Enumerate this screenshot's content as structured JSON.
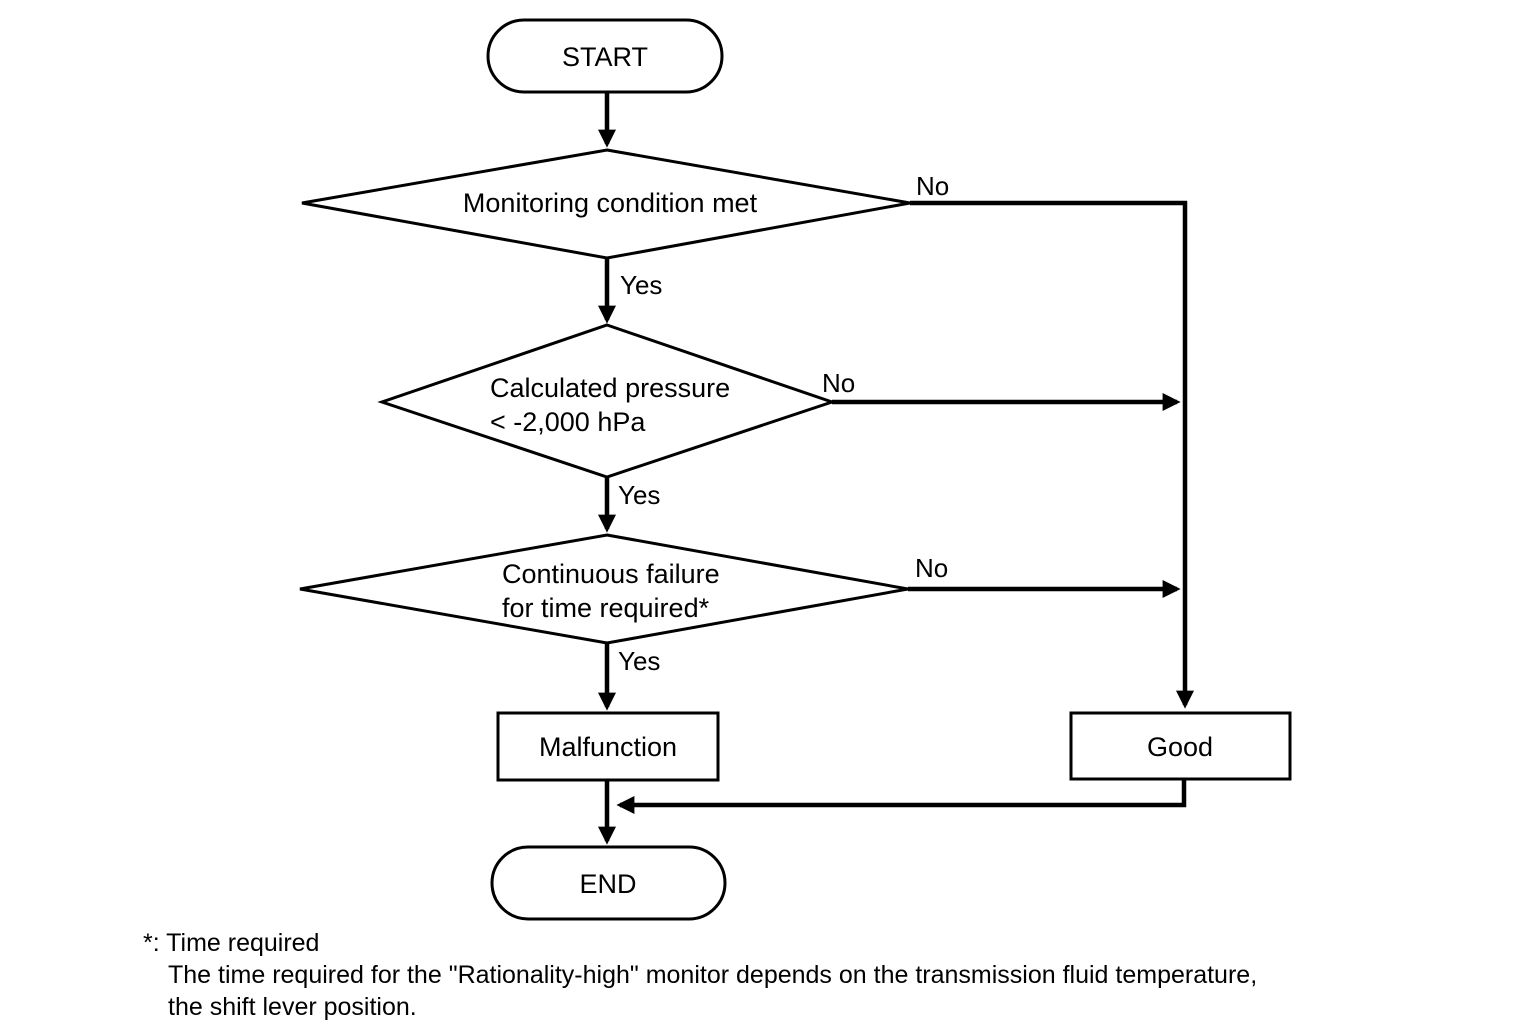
{
  "diagram": {
    "type": "flowchart",
    "nodes": {
      "start": {
        "label": "START",
        "shape": "terminator"
      },
      "decision1": {
        "label": "Monitoring condition met",
        "shape": "decision"
      },
      "decision2": {
        "line1": "Calculated pressure",
        "line2": "< -2,000 hPa",
        "shape": "decision"
      },
      "decision3": {
        "line1": "Continuous failure",
        "line2": "for time required*",
        "shape": "decision"
      },
      "malfunction": {
        "label": "Malfunction",
        "shape": "process"
      },
      "good": {
        "label": "Good",
        "shape": "process"
      },
      "end": {
        "label": "END",
        "shape": "terminator"
      }
    },
    "edge_labels": {
      "no1": "No",
      "no2": "No",
      "no3": "No",
      "yes1": "Yes",
      "yes2": "Yes",
      "yes3": "Yes"
    },
    "flow": [
      "START -> Monitoring condition met",
      "Monitoring condition met -No-> Good",
      "Monitoring condition met -Yes-> Calculated pressure < -2,000 hPa",
      "Calculated pressure < -2,000 hPa -No-> Good",
      "Calculated pressure < -2,000 hPa -Yes-> Continuous failure for time required*",
      "Continuous failure for time required* -No-> Good",
      "Continuous failure for time required* -Yes-> Malfunction",
      "Malfunction -> END",
      "Good -> END"
    ]
  },
  "footnote": {
    "line1": "*: Time required",
    "line2": "The time required for the \"Rationality-high\" monitor depends on the transmission fluid temperature,",
    "line3": "the shift lever position."
  },
  "colors": {
    "line": "#000000",
    "background": "#ffffff"
  }
}
